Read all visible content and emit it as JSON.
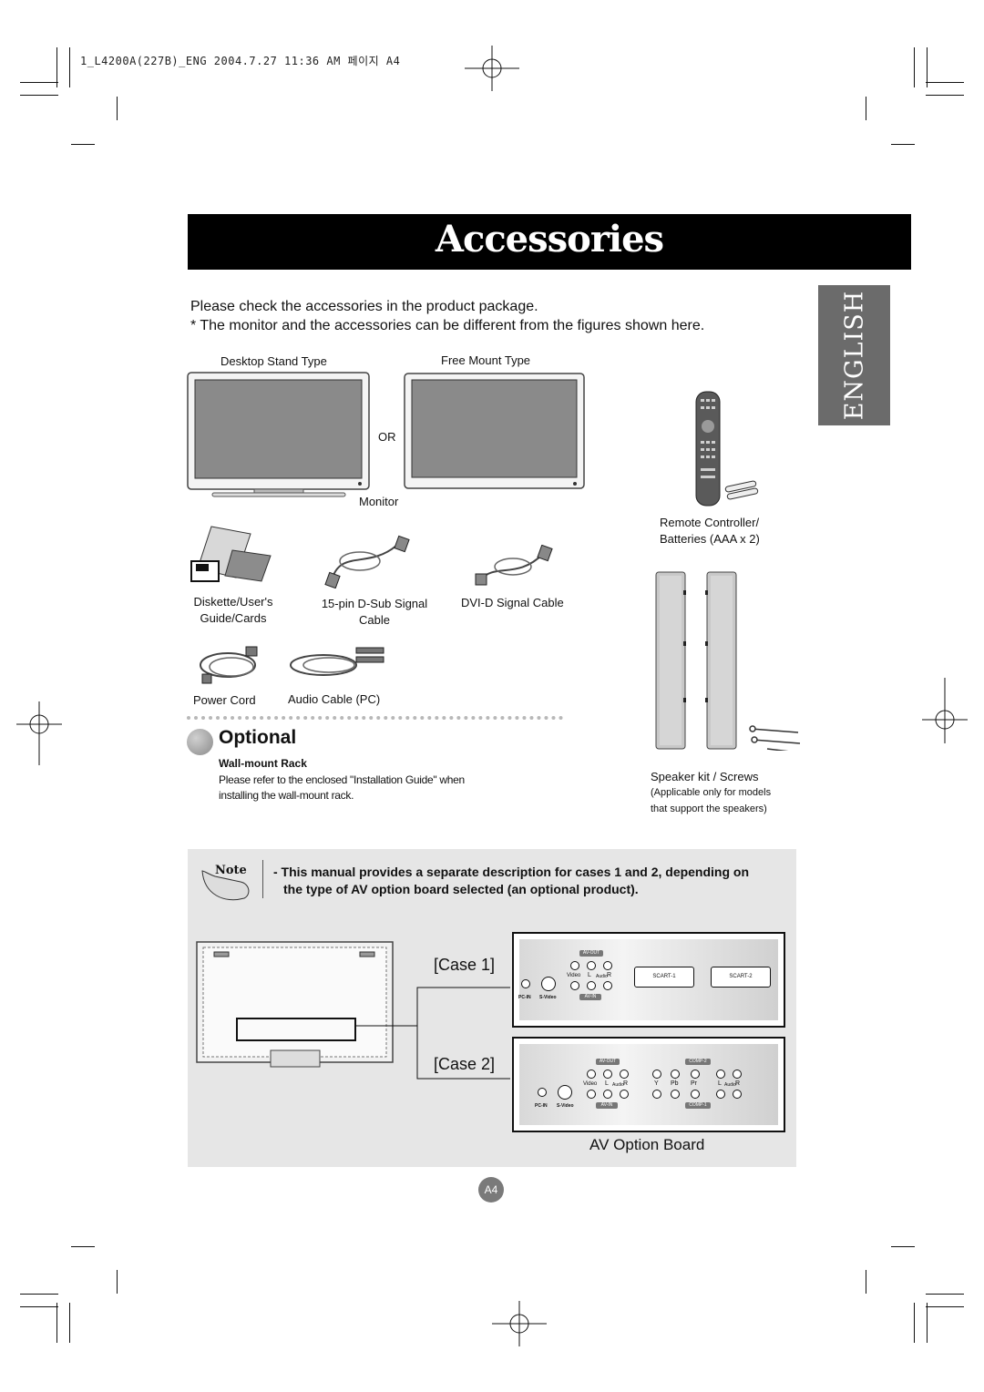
{
  "print_header": "1_L4200A(227B)_ENG  2004.7.27 11:36 AM 페이지 A4",
  "title": "Accessories",
  "language_tab": "ENGLISH",
  "intro": {
    "line1": "Please check the accessories in the product package.",
    "line2": "* The monitor and the accessories can be different from the figures shown here."
  },
  "monitor_section": {
    "desktop_label": "Desktop Stand Type",
    "free_mount_label": "Free Mount Type",
    "or_label": "OR",
    "monitor_label": "Monitor"
  },
  "remote": {
    "label_line1": "Remote Controller/",
    "label_line2": "Batteries (AAA x 2)"
  },
  "items": {
    "diskette_line1": "Diskette/User's",
    "diskette_line2": "Guide/Cards",
    "dsub_line1": "15-pin D-Sub Signal",
    "dsub_line2": "Cable",
    "dvi": "DVI-D Signal Cable",
    "power_cord": "Power Cord",
    "audio_cable": "Audio Cable (PC)"
  },
  "speaker": {
    "label": "Speaker kit / Screws",
    "note_line1": "(Applicable only for models",
    "note_line2": "that support the speakers)"
  },
  "optional": {
    "title": "Optional",
    "subtitle": "Wall-mount Rack",
    "text_line1": "Please refer to the enclosed \"Installation Guide\" when",
    "text_line2": "installing the wall-mount rack."
  },
  "note": {
    "icon_label": "Note",
    "line1": "- This manual provides a separate description for cases 1 and 2, depending on",
    "line2": "the type of AV option board selected (an optional product)."
  },
  "av_board": {
    "case1": "[Case 1]",
    "case2": "[Case 2]",
    "caption": "AV Option Board",
    "av_out": "AV-OUT",
    "av_in": "AV-IN",
    "video": "Video",
    "audio": "Audio",
    "l": "L",
    "r": "R",
    "pc_in": "PC-IN",
    "s_video": "S-Video",
    "scart1": "SCART-1",
    "scart2": "SCART-2",
    "comp1": "COMP-1",
    "comp2": "COMP-2",
    "y": "Y",
    "pb": "Pb",
    "pr": "Pr"
  },
  "page_number": "A4"
}
